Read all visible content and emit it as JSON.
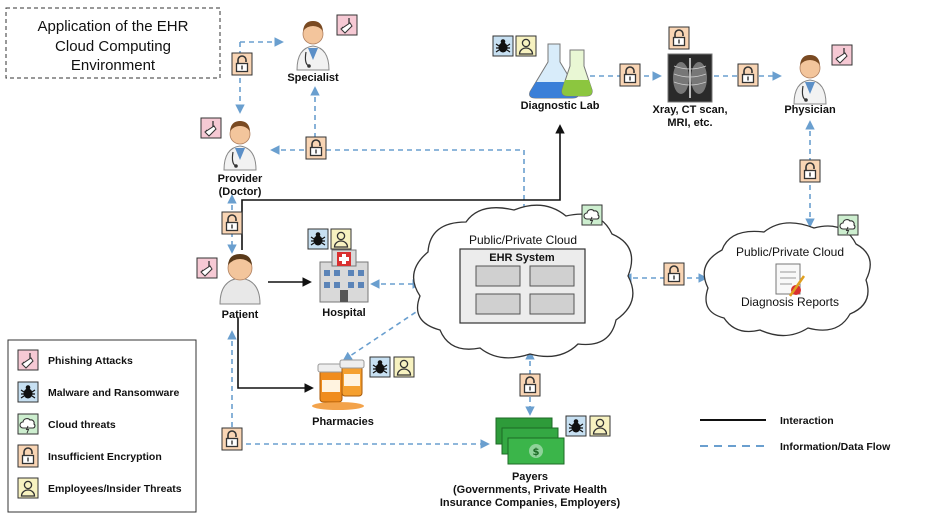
{
  "title": {
    "line1": "Application of the EHR",
    "line2": "Cloud Computing",
    "line3": "Environment"
  },
  "nodes": {
    "specialist": "Specialist",
    "provider_line1": "Provider",
    "provider_line2": "(Doctor)",
    "patient": "Patient",
    "hospital": "Hospital",
    "pharmacies": "Pharmacies",
    "diagnostic_lab": "Diagnostic Lab",
    "imaging_line1": "Xray, CT scan,",
    "imaging_line2": "MRI, etc.",
    "physician": "Physician",
    "payers_line1": "Payers",
    "payers_line2": "(Governments, Private Health",
    "payers_line3": "Insurance Companies, Employers)"
  },
  "clouds": {
    "main_label": "Public/Private Cloud",
    "ehr_system": "EHR System",
    "right_label": "Public/Private Cloud",
    "diagnosis_reports": "Diagnosis Reports"
  },
  "legend": {
    "items": [
      {
        "label": "Phishing Attacks",
        "icon": "phishing-icon"
      },
      {
        "label": "Malware and Ransomware",
        "icon": "malware-icon"
      },
      {
        "label": "Cloud threats",
        "icon": "cloud-threat-icon"
      },
      {
        "label": "Insufficient Encryption",
        "icon": "lock-icon"
      },
      {
        "label": "Employees/Insider Threats",
        "icon": "insider-icon"
      }
    ],
    "interaction": "Interaction",
    "data_flow": "Information/Data Flow"
  },
  "colors": {
    "phishing": "#f6c9d4",
    "malware": "#c7e0f2",
    "cloud_threat": "#cdeecf",
    "encryption": "#f9d5b4",
    "insider": "#f7f2c0",
    "flow": "#6a9fcf"
  }
}
